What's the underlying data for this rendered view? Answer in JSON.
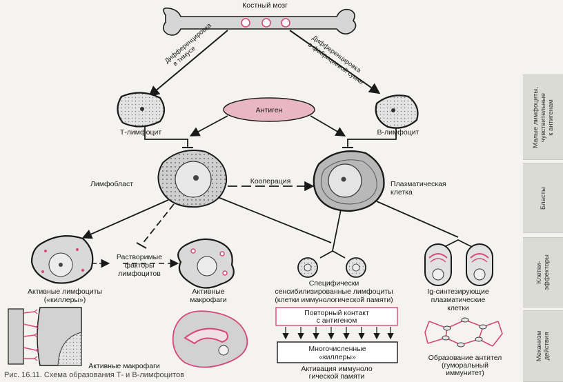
{
  "labels": {
    "bone_marrow": "Костный мозг",
    "thymus_diff_1": "Дифференцировка",
    "thymus_diff_2": "в тимусе",
    "fabricius_diff_1": "Дифференцировка",
    "fabricius_diff_2": "в фабрициевой сумке",
    "antigen": "Антиген",
    "t_lymphocyte": "Т-лимфоцит",
    "b_lymphocyte": "В-лимфоцит",
    "lymphoblast": "Лимфобласт",
    "cooperation": "Кооперация",
    "plasma_cell_1": "Плазматическая",
    "plasma_cell_2": "клетка",
    "soluble_1": "Растворимые",
    "soluble_2": "факторы",
    "soluble_3": "лимфоцитов",
    "active_lymph_1": "Активные лимфоциты",
    "active_lymph_2": "(«киллеры»)",
    "active_macro_1": "Активные",
    "active_macro_2": "макрофаги",
    "memory_1": "Специфически",
    "memory_2": "сенсибилизированные лимфоциты",
    "memory_3": "(клетки иммунологической памяти)",
    "ig_1": "Ig-синтезирующие",
    "ig_2": "плазматические",
    "ig_3": "клетки",
    "repeat_1": "Повторный контакт",
    "repeat_2": "с антигеном",
    "killers_1": "Многочисленные",
    "killers_2": "«киллеры»",
    "active_macrophages": "Активные макрофаги",
    "activation_1": "Активация иммуноло",
    "activation_2": "гической памяти",
    "antibody_1": "Образование антител",
    "antibody_2": "(гуморальный",
    "antibody_3": "иммунитет)"
  },
  "side_panels": [
    {
      "line1": "Малые лимфоциты,",
      "line2": "чувствительные",
      "line3": "к антигенам"
    },
    {
      "line1": "Бласты",
      "line2": "",
      "line3": ""
    },
    {
      "line1": "Клетки-",
      "line2": "эффекторы",
      "line3": ""
    },
    {
      "line1": "Механизм",
      "line2": "действия",
      "line3": ""
    }
  ],
  "caption": "Рис. 16.11. Схема образования Т- и В-лимфоцитов",
  "colors": {
    "antigen_fill": "#e9b6c4",
    "pink_accent": "#d4477a",
    "cell_fill": "#d8d8d8",
    "line": "#1a1a1a",
    "panel": "#d9dbd4"
  }
}
